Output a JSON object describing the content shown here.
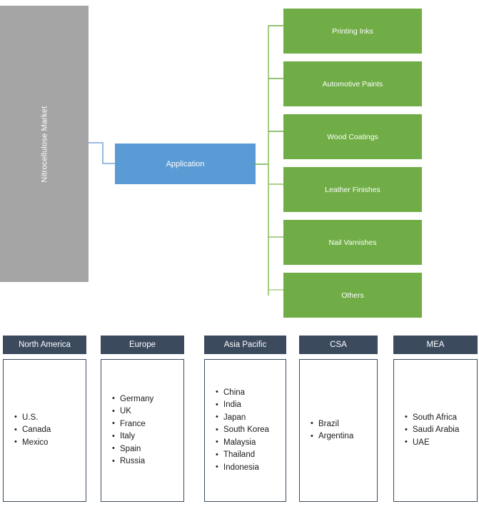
{
  "root": {
    "label": "Nitrocellulose Market",
    "color": "#a5a5a5"
  },
  "level1": {
    "label": "Application",
    "color": "#5b9bd5"
  },
  "applications": {
    "color": "#70ad47",
    "items": [
      {
        "label": "Printing Inks"
      },
      {
        "label": "Automotive Paints"
      },
      {
        "label": "Wood Coatings"
      },
      {
        "label": "Leather Finishes"
      },
      {
        "label": "Nail Varnishes"
      },
      {
        "label": "Others"
      }
    ]
  },
  "connectors": {
    "blue": "#7ba7d7",
    "green": "#8dc063"
  },
  "regions": {
    "header_color": "#3c4a5e",
    "columns": [
      {
        "name": "North America",
        "countries": [
          "U.S.",
          "Canada",
          "Mexico"
        ]
      },
      {
        "name": "Europe",
        "countries": [
          "Germany",
          "UK",
          "France",
          "Italy",
          "Spain",
          "Russia"
        ]
      },
      {
        "name": "Asia Pacific",
        "countries": [
          "China",
          "India",
          "Japan",
          "South Korea",
          "Malaysia",
          "Thailand",
          "Indonesia"
        ]
      },
      {
        "name": "CSA",
        "countries": [
          "Brazil",
          "Argentina"
        ]
      },
      {
        "name": "MEA",
        "countries": [
          "South Africa",
          "Saudi Arabia",
          "UAE"
        ]
      }
    ]
  }
}
